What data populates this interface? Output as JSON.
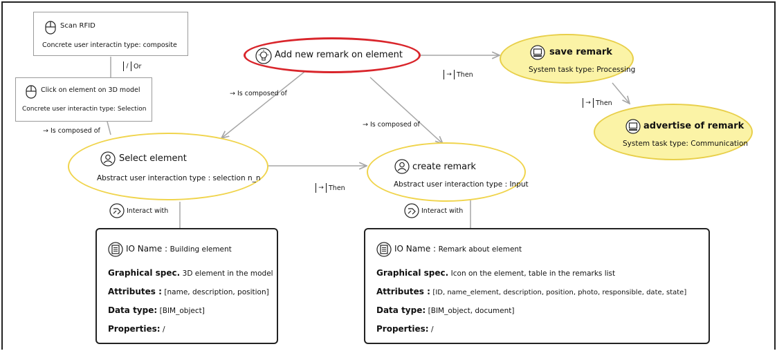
{
  "nodes": {
    "scan_rfid": {
      "title": "Scan RFID",
      "subtitle": "Concrete user interactin type: composite",
      "icon": "mouse-icon"
    },
    "click_element": {
      "title": "Click on element on 3D model",
      "subtitle": "Concrete user interactin type: Selection",
      "icon": "mouse-icon"
    },
    "add_remark": {
      "title": "Add new remark on element",
      "icon": "lightbulb-icon"
    },
    "save_remark": {
      "title": "save remark",
      "subtitle": "System task type: Processing",
      "icon": "computer-icon"
    },
    "advertise_remark": {
      "title": "advertise of remark",
      "subtitle": "System task type: Communication",
      "icon": "computer-icon"
    },
    "select_element": {
      "title": "Select element",
      "subtitle": "Abstract user interaction type : selection n_n",
      "icon": "user-icon"
    },
    "create_remark": {
      "title": "create remark",
      "subtitle": "Abstract user interaction type : Input",
      "icon": "user-icon"
    }
  },
  "edge_labels": {
    "or": "Or",
    "composed_left": "Is composed of",
    "composed_mid": "Is composed of",
    "composed_small": "Is composed of",
    "then_top": "Then",
    "then_right": "Then",
    "then_mid": "Then",
    "interact_left": "Interact with",
    "interact_right": "Interact with"
  },
  "io_left": {
    "name_key": "IO Name :",
    "name_val": "Building element",
    "spec_key": "Graphical spec.",
    "spec_val": "3D element in the model",
    "attr_key": "Attributes :",
    "attr_val": "[name, description, position]",
    "type_key": "Data type:",
    "type_val": "[BIM_object]",
    "prop_key": "Properties:",
    "prop_val": "/"
  },
  "io_right": {
    "name_key": "IO Name :",
    "name_val": "Remark about element",
    "spec_key": "Graphical spec.",
    "spec_val": "Icon on the element, table in the remarks list",
    "attr_key": "Attributes :",
    "attr_val": "[ID, name_element, description, position, photo, responsible, date, state]",
    "type_key": "Data type:",
    "type_val": "[BIM_object, document]",
    "prop_key": "Properties:",
    "prop_val": "/"
  },
  "colors": {
    "yellow_fill": "#fbf3a6",
    "yellow_border": "#e8cf4a",
    "red_border": "#d9252b",
    "edge": "#a6a6a6"
  }
}
